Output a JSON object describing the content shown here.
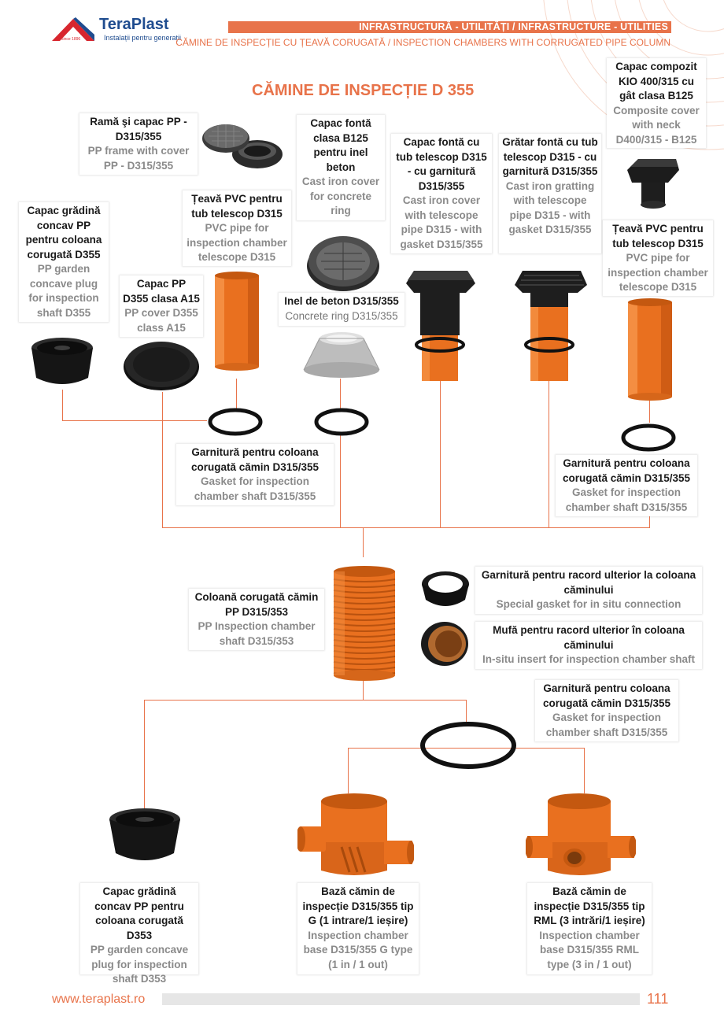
{
  "brand": {
    "name": "TeraPlast",
    "tagline": "Instalații pentru generații",
    "since": "since 1896"
  },
  "header": {
    "category": "INFRASTRUCTURĂ - UTILITĂȚI / INFRASTRUCTURE - UTILITIES",
    "subtitle_ro": "CĂMINE DE INSPECȚIE CU ȚEAVĂ CORUGATĂ",
    "subtitle_sep": " / ",
    "subtitle_en": "INSPECTION CHAMBERS WITH CORRUGATED PIPE COLUMN"
  },
  "title": "CĂMINE DE INSPECȚIE D 355",
  "labels": {
    "frame_cover": {
      "ro": "Ramă şi capac PP - D315/355",
      "en": "PP frame with cover PP - D315/355"
    },
    "cast_cover_b125": {
      "ro": "Capac fontă clasa B125 pentru inel beton",
      "en": "Cast iron cover for concrete ring"
    },
    "cast_cover_tele": {
      "ro": "Capac fontă cu tub telescop D315 - cu garnitură D315/355",
      "en": "Cast iron cover with telescope pipe D315 - with gasket D315/355"
    },
    "grating_tele": {
      "ro": "Grătar fontă cu tub telescop D315 - cu garnitură D315/355",
      "en": "Cast iron gratting with telescope pipe D315 - with gasket D315/355"
    },
    "composite_cover": {
      "ro": "Capac compozit KIO 400/315 cu gât clasa B125",
      "en": "Composite cover with neck D400/315 - B125"
    },
    "garden_plug_355": {
      "ro": "Capac grădină concav PP pentru coloana corugată D355",
      "en": "PP garden concave plug for inspection shaft D355"
    },
    "pvc_pipe_left": {
      "ro": "Țeavă PVC pentru tub telescop D315",
      "en": "PVC pipe for inspection chamber telescope D315"
    },
    "pp_cover_a15": {
      "ro": "Capac PP D355 clasa A15",
      "en": "PP cover D355 class A15"
    },
    "concrete_ring": {
      "ro": "Inel de beton D315/355",
      "en": "Concrete ring D315/355"
    },
    "pvc_pipe_right": {
      "ro": "Țeavă PVC pentru tub telescop D315",
      "en": "PVC pipe for inspection chamber telescope D315"
    },
    "gasket_left": {
      "ro": "Garnitură pentru coloana corugată cămin D315/355",
      "en": "Gasket for inspection chamber shaft D315/355"
    },
    "gasket_right": {
      "ro": "Garnitură pentru coloana corugată cămin D315/355",
      "en": "Gasket for inspection chamber shaft D315/355"
    },
    "corrugated_column": {
      "ro": "Coloană corugată cămin PP D315/353",
      "en": "PP Inspection chamber shaft D315/353"
    },
    "special_gasket": {
      "ro": "Garnitură pentru racord ulterior la coloana căminului",
      "en": "Special gasket for in situ connection"
    },
    "insert_socket": {
      "ro": "Mufă pentru racord ulterior în coloana căminului",
      "en": "In-situ insert for inspection chamber shaft"
    },
    "gasket_base": {
      "ro": "Garnitură pentru coloana corugată cămin D315/355",
      "en": "Gasket for inspection chamber shaft D315/355"
    },
    "garden_plug_353": {
      "ro": "Capac grădină concav PP pentru coloana corugată D353",
      "en": "PP garden concave plug for inspection shaft D353"
    },
    "base_g": {
      "ro": "Bază cămin de inspecție D315/355 tip G (1 intrare/1 ieșire)",
      "en": "Inspection chamber base D315/355 G type (1 in / 1 out)"
    },
    "base_rml": {
      "ro": "Bază cămin de inspecție D315/355 tip RML (3 intrări/1 ieșire)",
      "en": "Inspection chamber base D315/355 RML type (3 in / 1 out)"
    }
  },
  "footer": {
    "url": "www.teraplast.ro",
    "page": "111"
  },
  "colors": {
    "accent": "#e8734a",
    "product_orange": "#e9701f",
    "product_black": "#1b1b1b"
  }
}
